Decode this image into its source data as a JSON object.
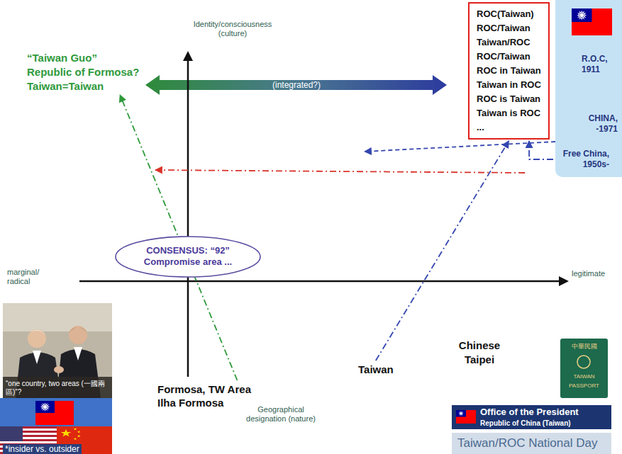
{
  "diagram": {
    "nodes": [
      {
        "text": [
          "“Taiwan Guo” Republic of Formosa? Taiwan=Taiwan"
        ]
      },
      {
        "text": [
          "ROC(Taiwan)",
          "ROC/Taiwan",
          "Taiwan/ROC",
          "ROC/Taiwan",
          "ROC in Taiwan",
          "Taiwan in ROC",
          "ROC is Taiwan",
          "Taiwan is ROC",
          "..."
        ]
      },
      {
        "text": [
          "R.O.C, 1911",
          "CHINA, -1971",
          "Free China, 1950s-"
        ]
      },
      {
        "text": [
          "CONSENSUS: “92” Compromise area ..."
        ]
      },
      {
        "text": [
          "Taiwan"
        ]
      },
      {
        "text": [
          "Formosa, TW Area Ilha Formosa"
        ]
      }
    ],
    "edges": [
      {
        "from": 5,
        "to": 0,
        "arrow": "to"
      },
      {
        "from": 4,
        "to": 1,
        "arrow": "to"
      },
      {
        "from": 2,
        "to": 1,
        "arrow": "to"
      }
    ],
    "labels": [
      "Identity/consciousness (culture)",
      "(integrated?)",
      "marginal/ radical",
      "legitimate",
      "Chinese Taipei",
      "Geographical designation (nature)",
      "“one country, two areas (一國兩區)”?",
      "*insider vs. outsider",
      "中華民國",
      "TAIWAN",
      "PASSPORT",
      "Office of the President",
      "Republic of China (Taiwan)",
      "Taiwan/ROC National Day"
    ]
  }
}
